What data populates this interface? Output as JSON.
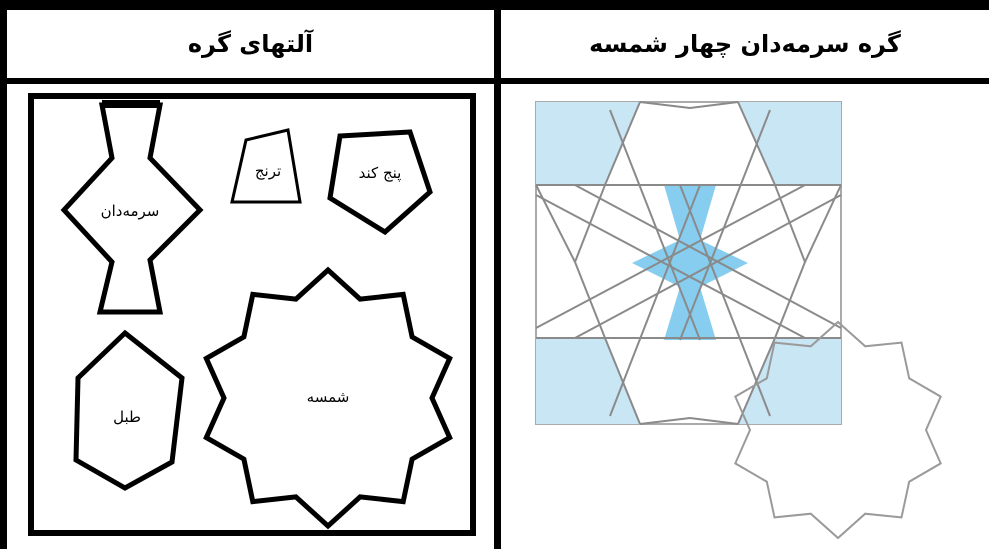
{
  "headers": {
    "left_title": "آلتهای گره",
    "right_title": "گره سرمه‌دان چهار شمسه"
  },
  "pieces": {
    "sormedan": "سرمه‌دان",
    "tranj": "ترنج",
    "panj_kond": "پنج کند",
    "tabl": "طبل",
    "shamseh": "شمسه"
  },
  "colors": {
    "line": "#000000",
    "pattern_line": "#888888",
    "light_blue": "#c9e6f5",
    "mid_blue": "#86cdef"
  }
}
